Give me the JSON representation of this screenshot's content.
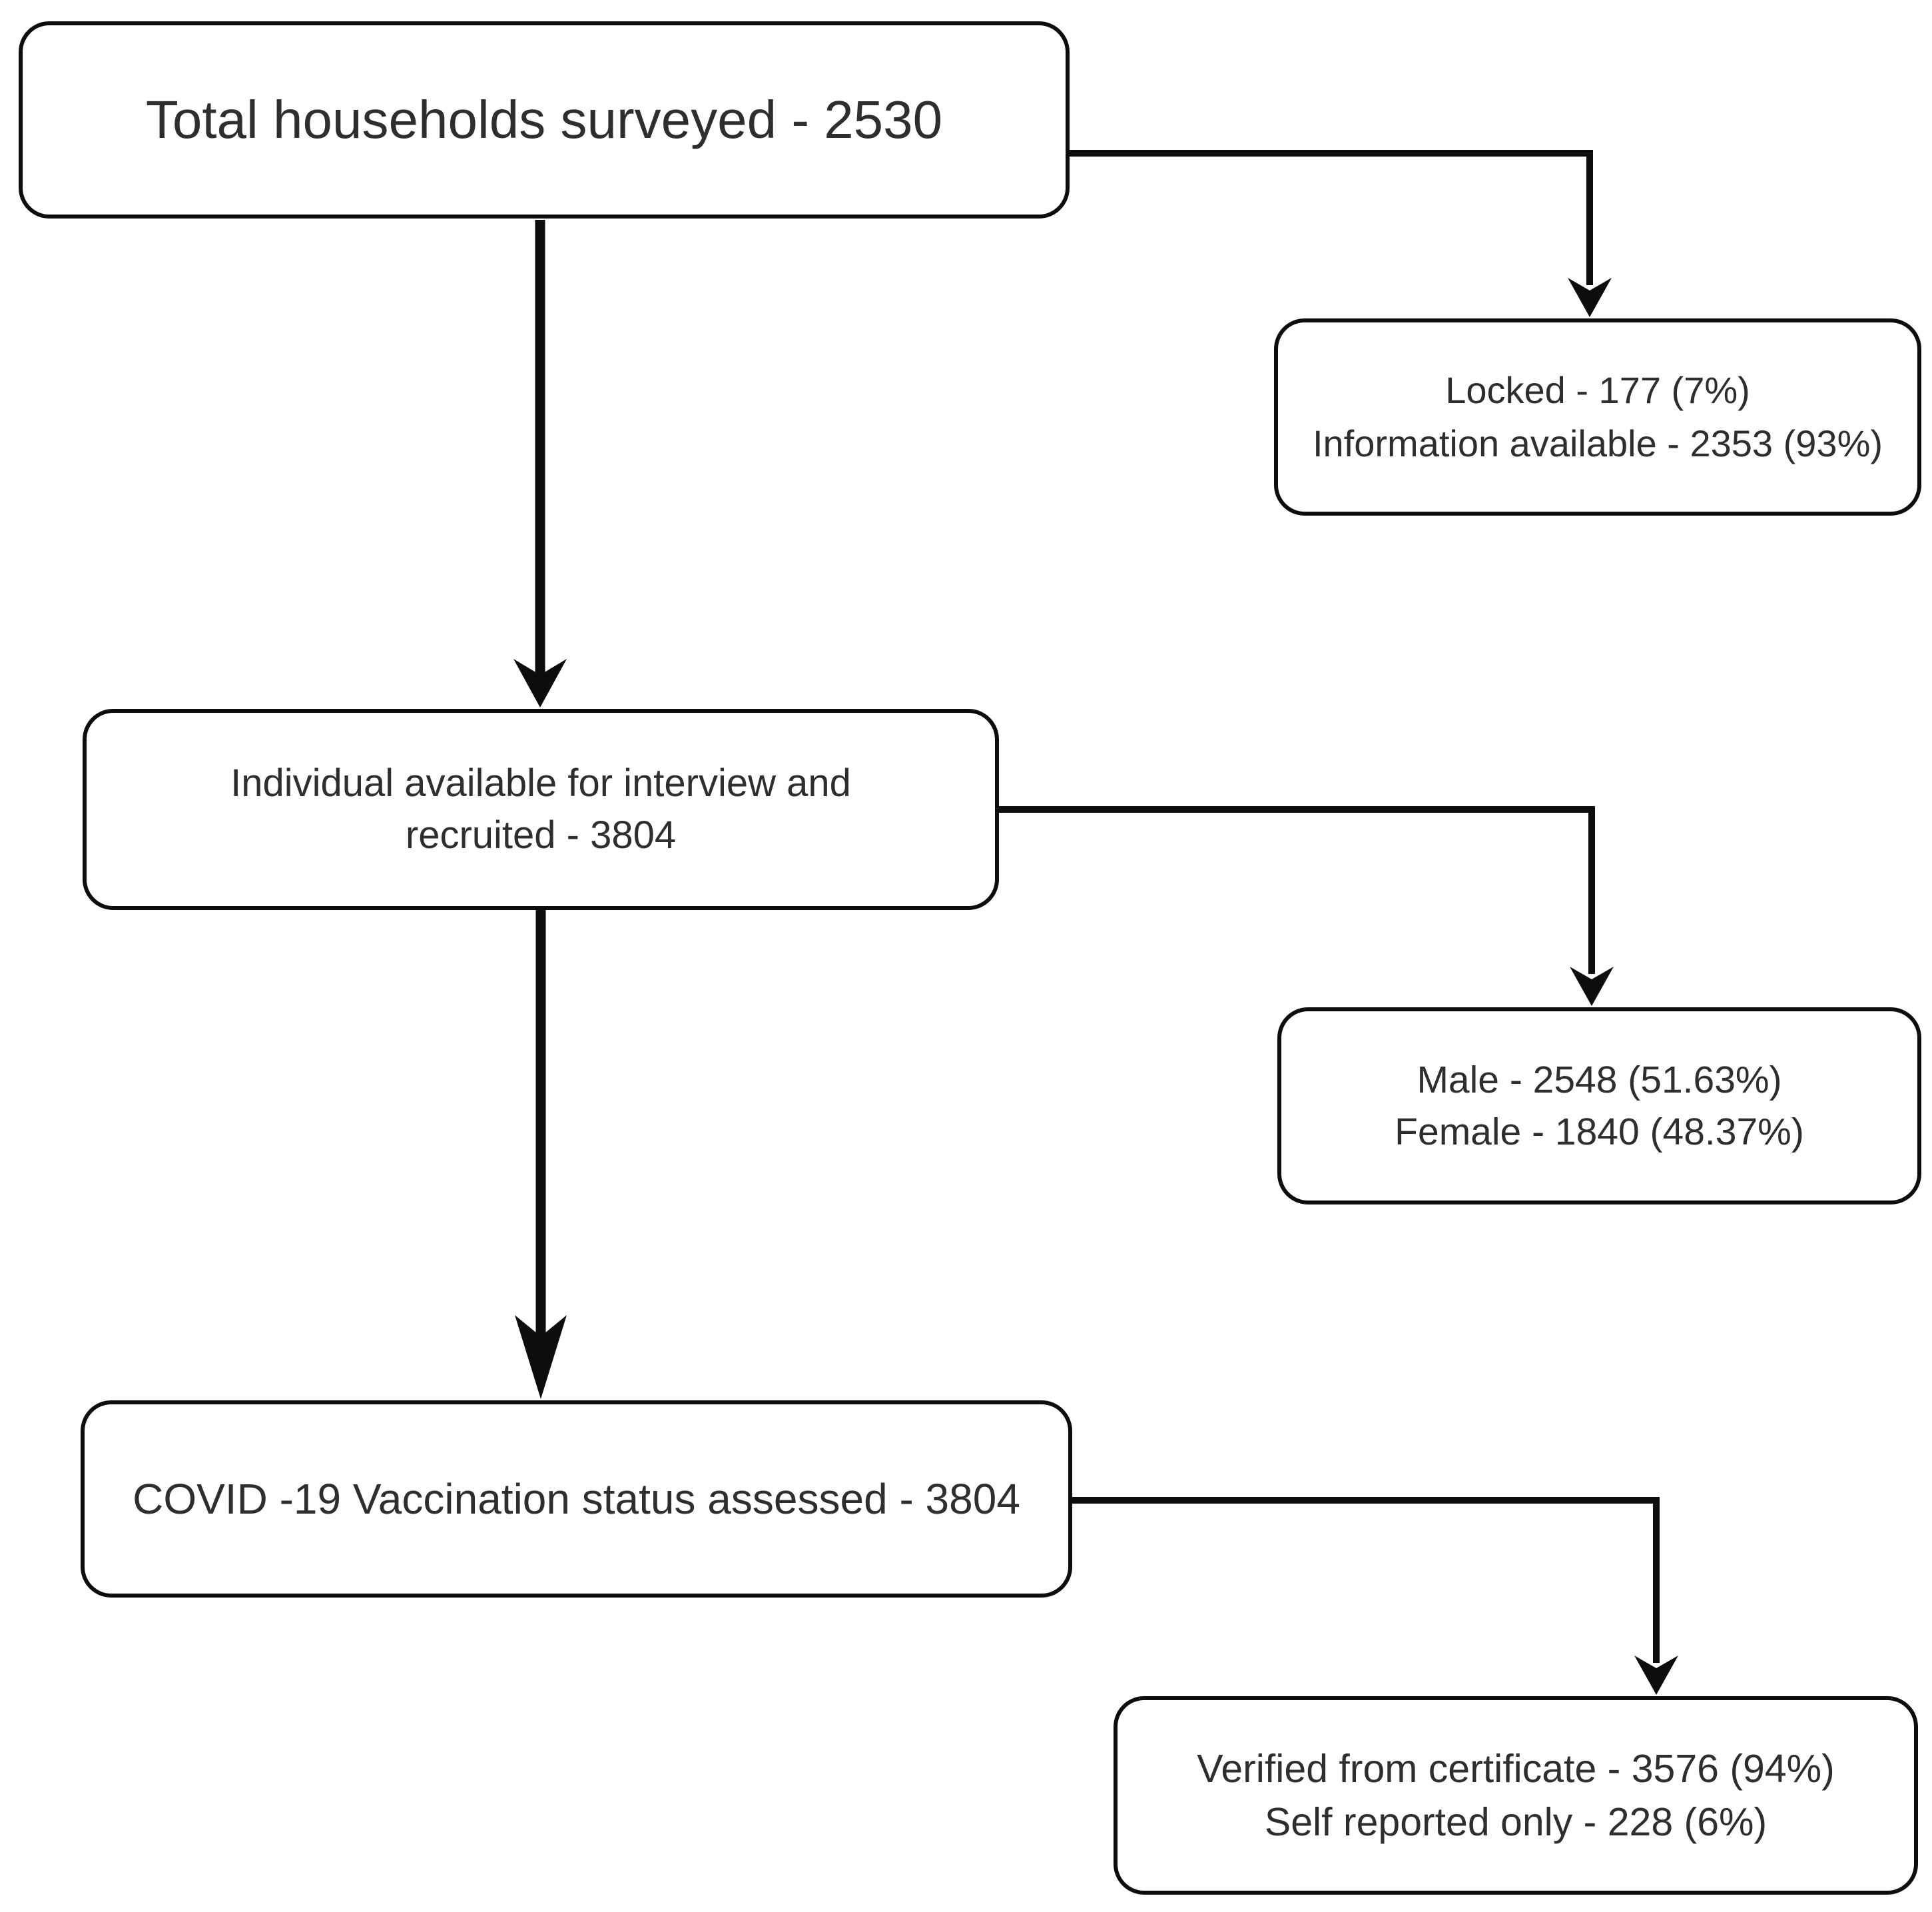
{
  "figure": {
    "type": "flowchart",
    "background_color": "#ffffff",
    "line_color": "#0d0d0d",
    "text_color": "#2e2e2e",
    "nodes": {
      "total": {
        "line1": "Total households surveyed - 2530"
      },
      "locked": {
        "line1": "Locked - 177 (7%)",
        "line2": "Information available - 2353 (93%)"
      },
      "recruited": {
        "line1": "Individual available for interview and",
        "line2": "recruited - 3804"
      },
      "gender": {
        "line1": "Male - 2548 (51.63%)",
        "line2": "Female - 1840 (48.37%)"
      },
      "vaccination": {
        "line1": "COVID -19 Vaccination status assessed - 3804"
      },
      "verification": {
        "line1": "Verified from certificate - 3576 (94%)",
        "line2": "Self reported only - 228 (6%)"
      }
    },
    "connectors": [
      {
        "from": "total",
        "to": "locked",
        "shape": "elbow-right-down"
      },
      {
        "from": "total",
        "to": "recruited",
        "shape": "straight-down"
      },
      {
        "from": "recruited",
        "to": "gender",
        "shape": "elbow-right-down"
      },
      {
        "from": "recruited",
        "to": "vaccination",
        "shape": "straight-down"
      },
      {
        "from": "vaccination",
        "to": "verification",
        "shape": "elbow-right-down"
      }
    ]
  }
}
